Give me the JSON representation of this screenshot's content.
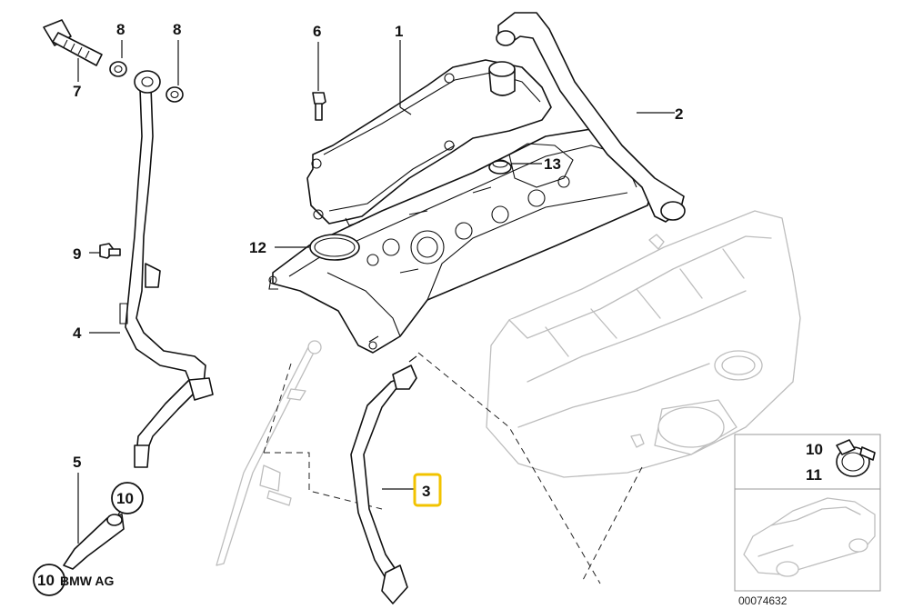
{
  "callouts": {
    "c1": "1",
    "c2": "2",
    "c3": "3",
    "c4": "4",
    "c5": "5",
    "c6": "6",
    "c7": "7",
    "c8a": "8",
    "c8b": "8",
    "c9": "9",
    "c10a": "10",
    "c10b": "10",
    "c11": "11",
    "c12": "12",
    "c13": "13",
    "c10c": "10"
  },
  "copyright": "BMW AG",
  "drawing_number": "00074632",
  "highlight_color": "#f2c300"
}
